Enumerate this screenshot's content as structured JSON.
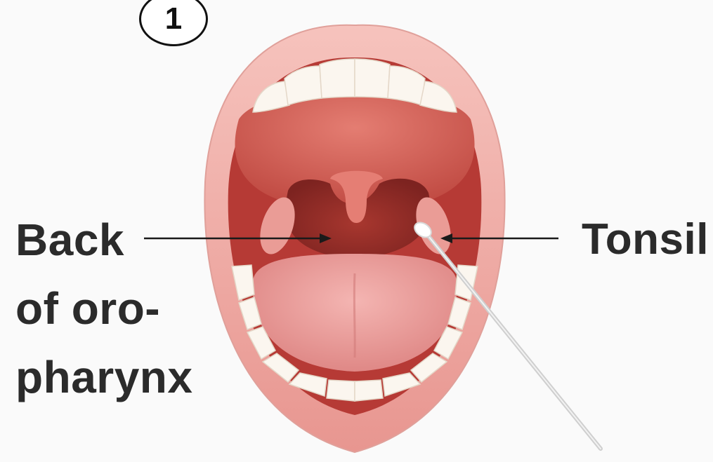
{
  "step_badge": {
    "number": "1"
  },
  "labels": {
    "back_of_oropharynx": [
      "Back",
      "of oro-",
      "pharynx"
    ],
    "tonsil": "Tonsil"
  },
  "colors": {
    "lip": "#f0a5a0",
    "lip_shadow": "#d98580",
    "mouth_inside": "#c2443f",
    "throat": "#9a2f2a",
    "tongue": "#ec9c9a",
    "teeth": "#fbf6ef",
    "swab": "#d6d6d6",
    "arrow": "#1a1a1a"
  },
  "icons": [
    "cotton-swab-icon",
    "arrow-icon"
  ]
}
